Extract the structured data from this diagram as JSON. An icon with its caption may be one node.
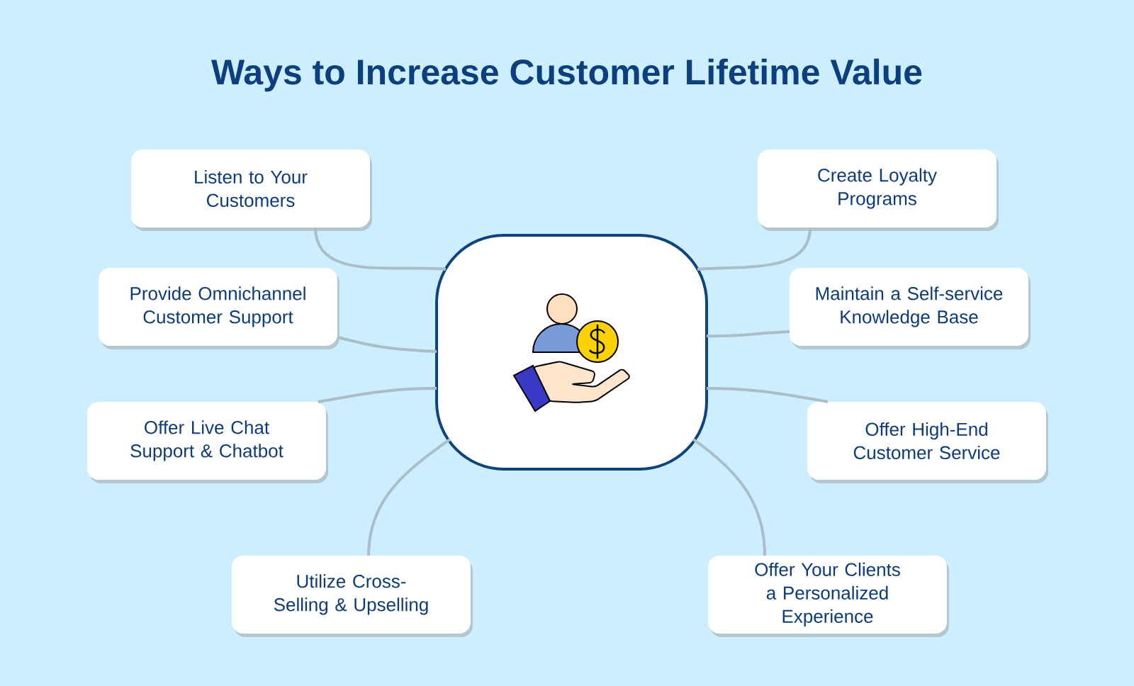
{
  "diagram": {
    "title": "Ways to Increase Customer Lifetime Value",
    "nodes": [
      {
        "text": [
          "Listen to Your Customers"
        ]
      },
      {
        "text": [
          "Create Loyalty Programs"
        ]
      },
      {
        "text": [
          "Provide Omnichannel Customer Support"
        ]
      },
      {
        "text": [
          "Maintain a Self-service Knowledge Base"
        ]
      },
      {
        "text": [
          "Offer Live Chat Support & Chatbot"
        ]
      },
      {
        "text": [
          "Offer High-End Customer Service"
        ]
      },
      {
        "text": [
          "Utilize Cross-Selling & Upselling"
        ]
      },
      {
        "text": [
          "Offer Your Clients a Personalized Experience"
        ]
      },
      {
        "text": [],
        "shape": "box"
      }
    ],
    "edges": [
      {
        "from": 0,
        "to": 8,
        "arrow": "none"
      },
      {
        "from": 1,
        "to": 8,
        "arrow": "none"
      },
      {
        "from": 2,
        "to": 8,
        "arrow": "none"
      },
      {
        "from": 3,
        "to": 8,
        "arrow": "none"
      },
      {
        "from": 4,
        "to": 8,
        "arrow": "none"
      },
      {
        "from": 5,
        "to": 8,
        "arrow": "none"
      },
      {
        "from": 6,
        "to": 8,
        "arrow": "none"
      },
      {
        "from": 7,
        "to": 8,
        "arrow": "none"
      }
    ]
  }
}
